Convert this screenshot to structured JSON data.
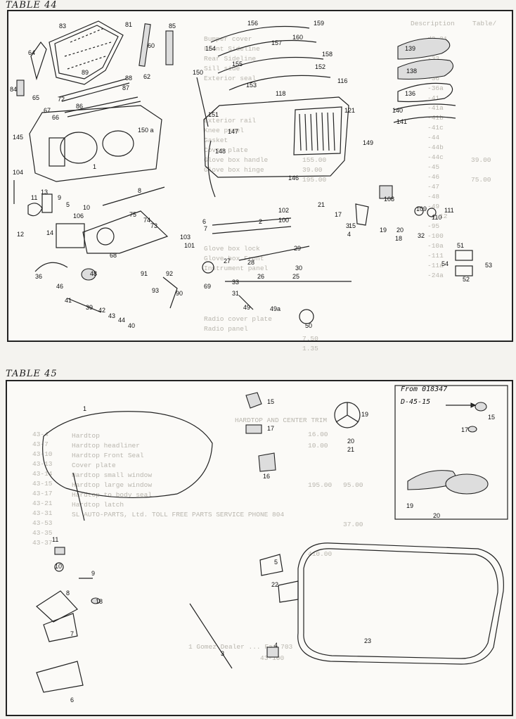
{
  "table44": {
    "title": "TABLE 44",
    "part_numbers": [
      "83",
      "81",
      "85",
      "64",
      "60",
      "62",
      "89",
      "65",
      "88",
      "84",
      "72",
      "86",
      "87",
      "67",
      "66",
      "145",
      "150 a",
      "1",
      "156",
      "159",
      "154",
      "157",
      "160",
      "139",
      "150",
      "158",
      "138",
      "155",
      "152",
      "153",
      "116",
      "118",
      "136",
      "151",
      "147",
      "121",
      "140",
      "141",
      "148",
      "149",
      "146",
      "104",
      "8",
      "11",
      "13",
      "9",
      "5",
      "10",
      "106",
      "75",
      "74",
      "73",
      "12",
      "14",
      "68",
      "108",
      "21",
      "17",
      "15",
      "102",
      "100",
      "2",
      "103",
      "101",
      "6",
      "7",
      "109",
      "110",
      "111",
      "19",
      "20",
      "18",
      "32",
      "3",
      "4",
      "51",
      "54",
      "53",
      "52",
      "36",
      "46",
      "48",
      "41",
      "39",
      "42",
      "43",
      "44",
      "40",
      "91",
      "93",
      "92",
      "90",
      "27",
      "28",
      "29",
      "30",
      "69",
      "33",
      "31",
      "26",
      "25",
      "49",
      "49a",
      "50"
    ],
    "ghost_text": [
      "Description",
      "Table/",
      "d3-31",
      "-32",
      "-33",
      "-35d",
      "-36",
      "-36a",
      "-41",
      "-41a",
      "-41b",
      "-41c",
      "-44",
      "-44b",
      "-44c",
      "-45",
      "-46",
      "-47",
      "-48",
      "-49",
      "-4,12",
      "-95",
      "-100",
      "-10a",
      "-111",
      "-11a",
      "-24a",
      "Bumper cover",
      "Front Sideline",
      "Rear Sideline",
      "Sill side",
      "Exterior seal",
      "Exterior rail",
      "Knee panel",
      "Gasket",
      "Cover plate",
      "Glove box handle",
      "Glove box hinge",
      "Glove box lock",
      "Glove box Front",
      "Instrument panel",
      "Radio cover plate",
      "Radio panel",
      "155.00",
      "39.00",
      "39.00",
      "195.00",
      "75.00",
      "7.50",
      "1.35"
    ]
  },
  "table45": {
    "title": "TABLE 45",
    "inset_line1": "From 018347",
    "inset_line2": "D-45-15",
    "part_numbers": [
      "1",
      "15",
      "17",
      "19",
      "16",
      "20",
      "21",
      "11",
      "10",
      "9",
      "8",
      "18",
      "7",
      "6",
      "5",
      "22",
      "3",
      "4",
      "23",
      "15",
      "17",
      "19",
      "20"
    ],
    "ghost_text": [
      "HARDTOP AND CENTER TRIM",
      "Hardtop",
      "Hardtop headliner",
      "Hardtop Front Seal",
      "Cover plate",
      "Hardtop small window",
      "Hardtop large window",
      "Hardtop to body seal",
      "Hardtop latch",
      "SL AUTO-PARTS, Ltd.  TOLL FREE PARTS SERVICE  PHONE 804",
      "1 Gomez Dealer ...  Fax 703",
      "43-100",
      "43-4",
      "43-7",
      "43-10",
      "43-13",
      "43-14",
      "43-15",
      "43-17",
      "43-21",
      "43-31",
      "43-53",
      "43-35",
      "43-37",
      "16.00",
      "10.00",
      "195.00",
      "95.00",
      "37.00",
      "410.00"
    ]
  },
  "colors": {
    "ink": "#1a1a1a",
    "paper": "#fbfaf7",
    "ghost": "#b9b6ae"
  }
}
